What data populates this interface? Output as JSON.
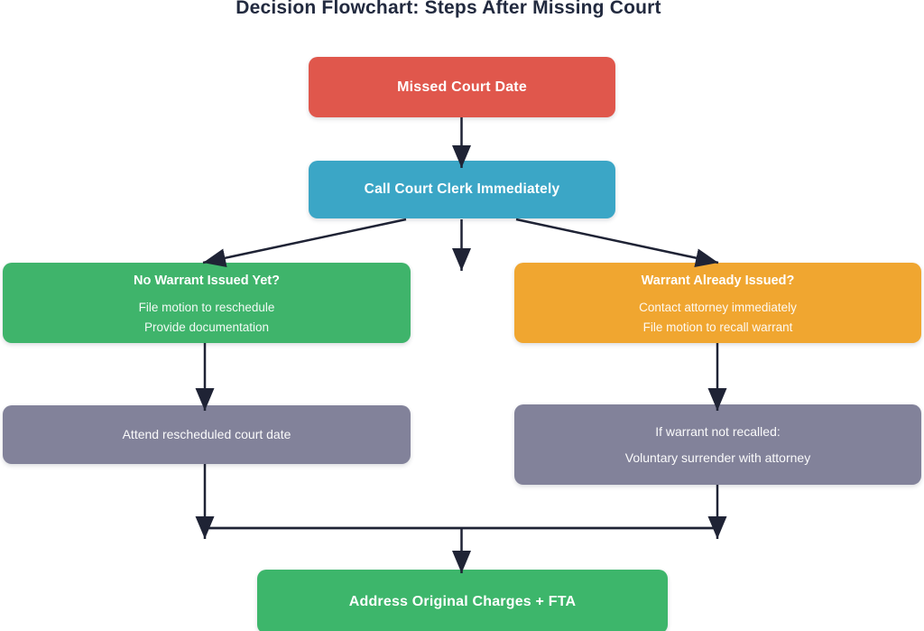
{
  "title": "Decision Flowchart: Steps After Missing Court",
  "colors": {
    "missed_court_date": "#E0574C",
    "call_court_clerk": "#3BA6C6",
    "no_warrant": "#3FB46B",
    "warrant_issued": "#F0A630",
    "neutral_step": "#82829A",
    "final_step": "#3DB66B",
    "arrow": "#1F2335",
    "title_text": "#222A3F",
    "background": "#FFFFFF"
  },
  "nodes": {
    "missed": {
      "label": "Missed Court Date"
    },
    "call": {
      "label": "Call Court Clerk Immediately"
    },
    "no_warrant": {
      "heading": "No Warrant Issued Yet?",
      "lines": [
        "File motion to reschedule",
        "Provide documentation"
      ]
    },
    "warrant": {
      "heading": "Warrant Already Issued?",
      "lines": [
        "Contact attorney immediately",
        "File motion to recall warrant"
      ]
    },
    "attend": {
      "label": "Attend rescheduled court date"
    },
    "not_recalled": {
      "lines": [
        "If warrant not recalled:",
        "Voluntary surrender with attorney"
      ]
    },
    "address": {
      "label": "Address Original Charges + FTA"
    }
  },
  "edges": [
    {
      "from": "missed",
      "to": "call"
    },
    {
      "from": "call",
      "to": "no_warrant"
    },
    {
      "from": "call",
      "to": "warrant"
    },
    {
      "from": "call",
      "to": "(unconnected center arrow)"
    },
    {
      "from": "no_warrant",
      "to": "attend"
    },
    {
      "from": "warrant",
      "to": "not_recalled"
    },
    {
      "from": "attend",
      "to": "address"
    },
    {
      "from": "not_recalled",
      "to": "address"
    }
  ]
}
